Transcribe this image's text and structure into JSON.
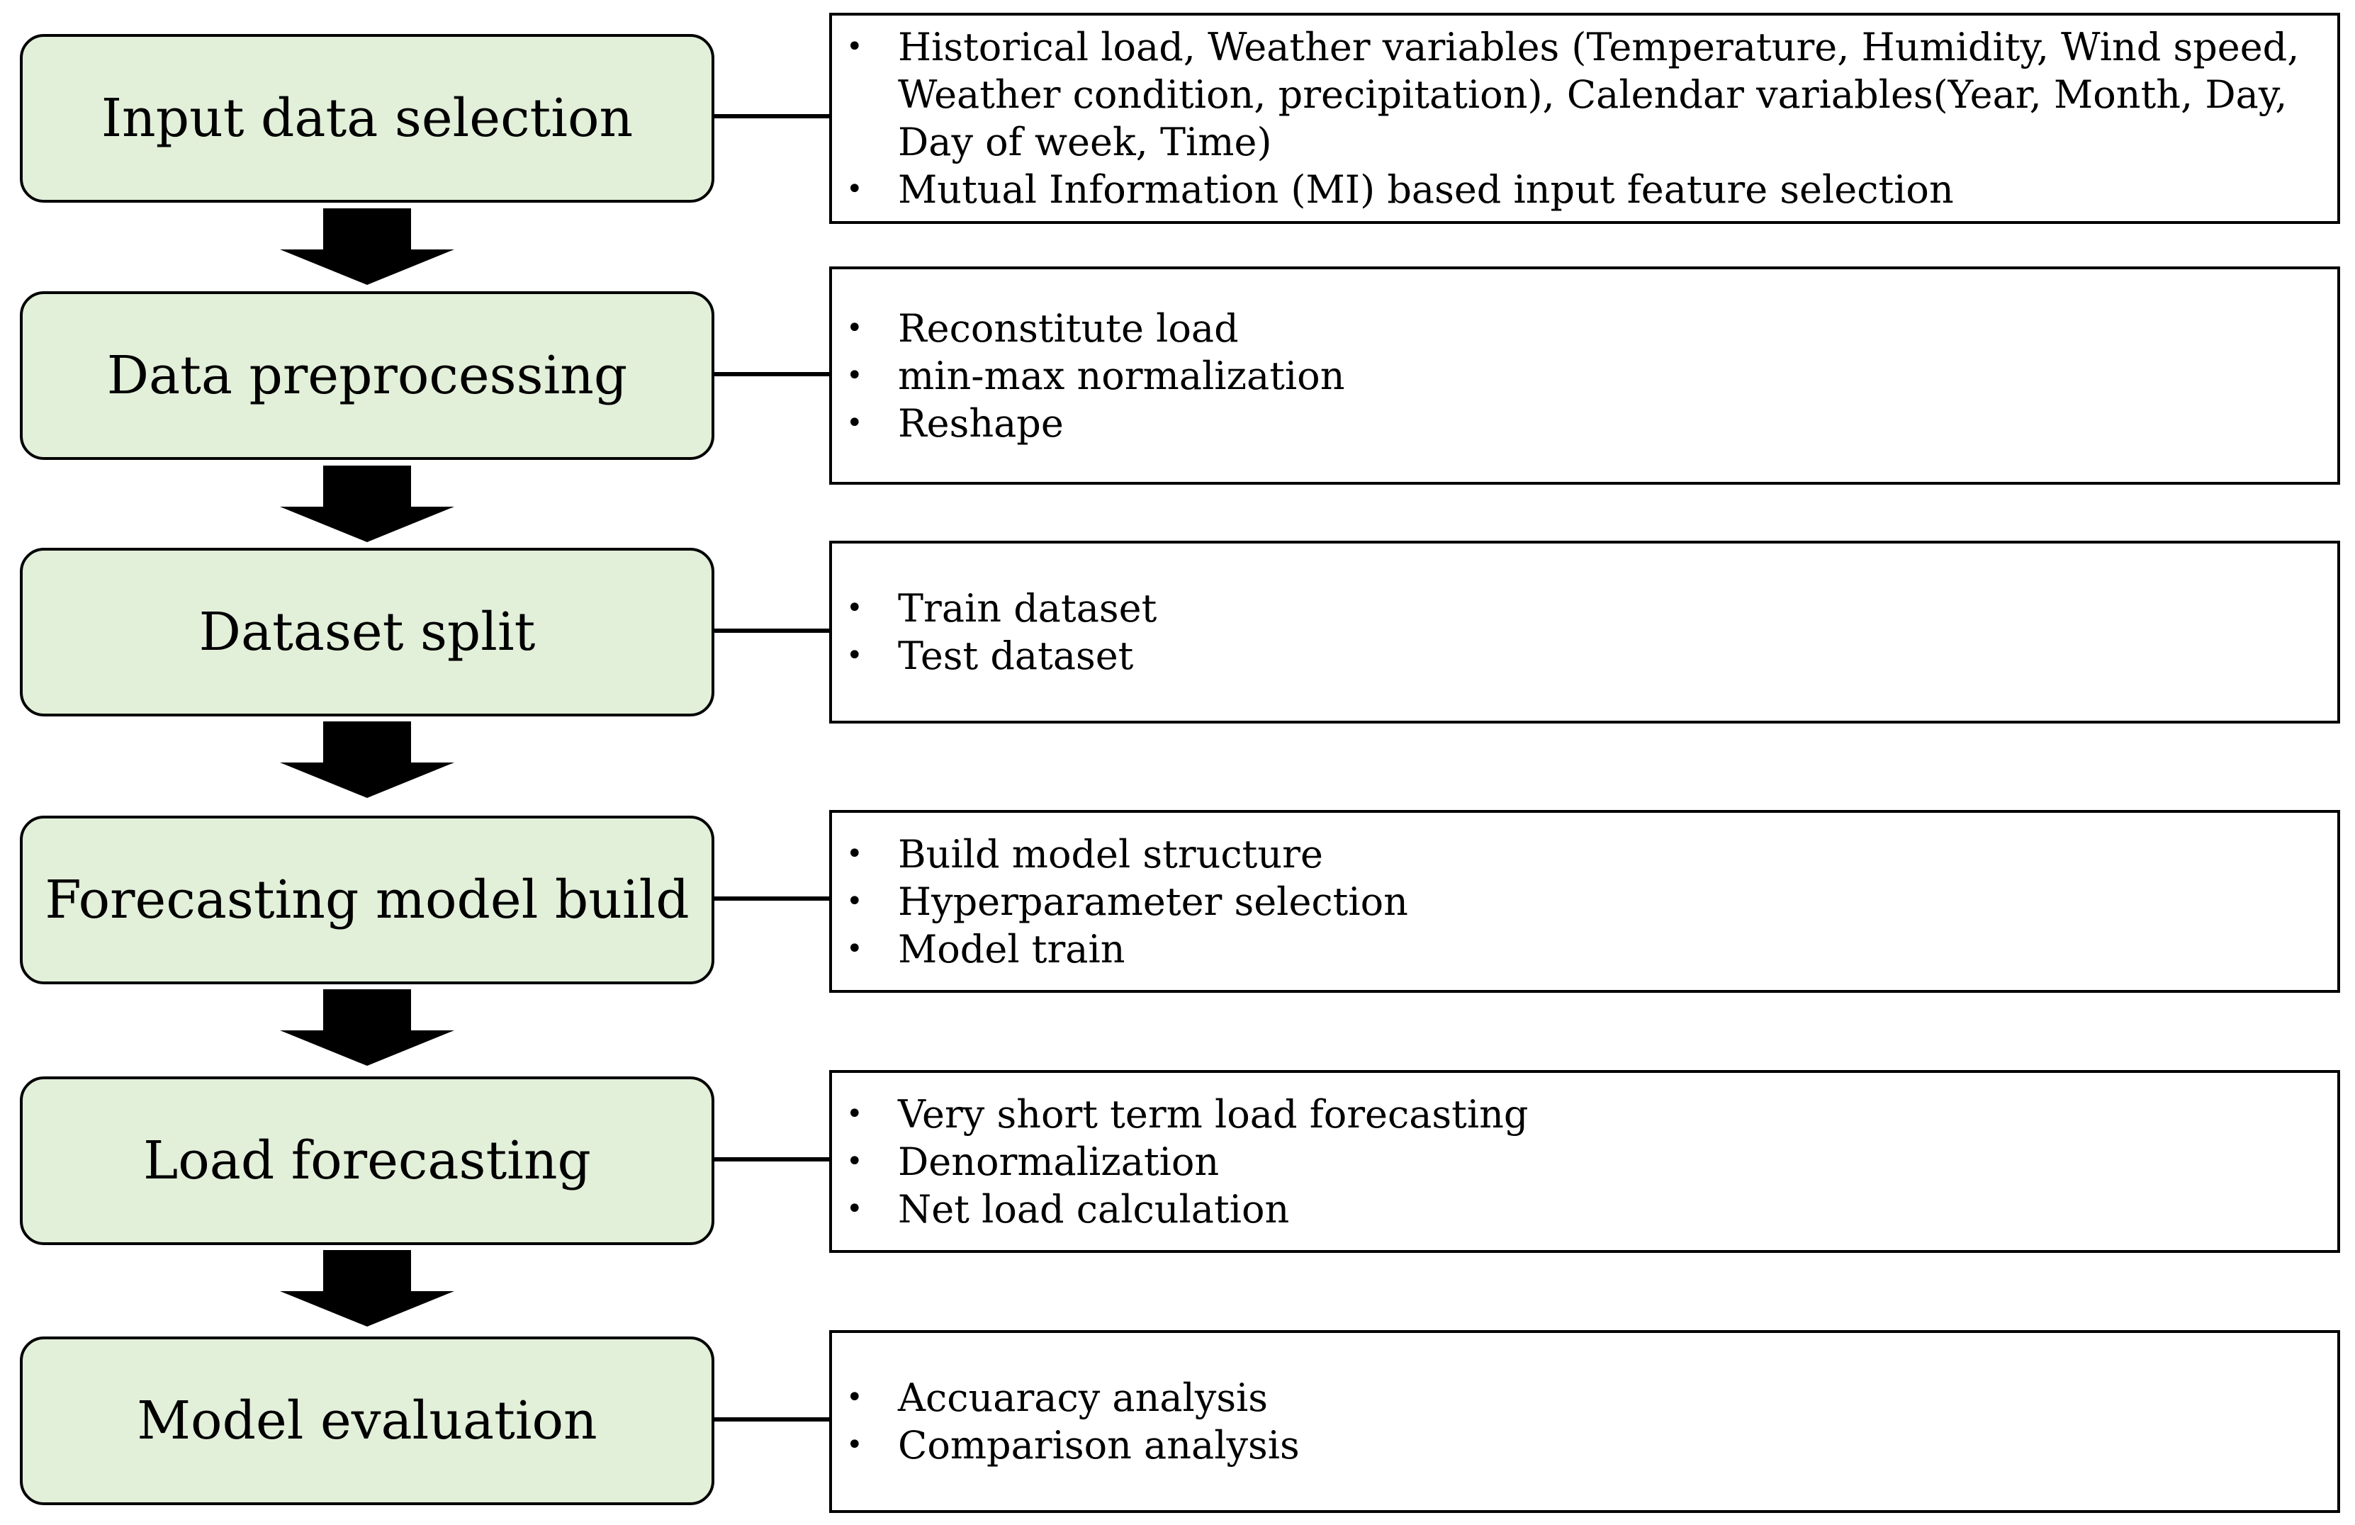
{
  "diagram": {
    "steps": [
      {
        "label": "Input data selection",
        "details": [
          "Historical load, Weather variables (Temperature, Humidity, Wind speed, Weather condition, precipitation), Calendar variables(Year, Month, Day, Day of week, Time)",
          "Mutual Information (MI) based input feature selection"
        ]
      },
      {
        "label": "Data preprocessing",
        "details": [
          "Reconstitute load",
          "min-max normalization",
          "Reshape"
        ]
      },
      {
        "label": "Dataset split",
        "details": [
          "Train dataset",
          "Test dataset"
        ]
      },
      {
        "label": "Forecasting model build",
        "details": [
          "Build model structure",
          "Hyperparameter selection",
          "Model train"
        ]
      },
      {
        "label": "Load forecasting",
        "details": [
          "Very short term load forecasting",
          "Denormalization",
          "Net load calculation"
        ]
      },
      {
        "label": "Model evaluation",
        "details": [
          "Accuaracy analysis",
          "Comparison analysis"
        ]
      }
    ],
    "colors": {
      "step_fill": "#e2efd9",
      "stroke": "#000000"
    },
    "bullet_symbol": "•"
  }
}
